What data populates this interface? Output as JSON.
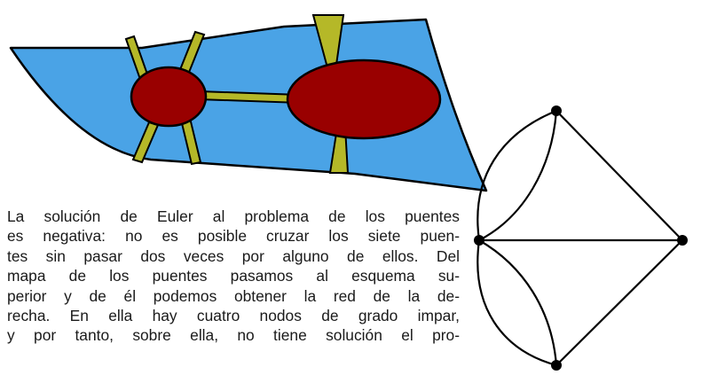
{
  "caption": {
    "lines": [
      "La solución de Euler al problema de los puentes",
      "es negativa: no es posible cruzar los siete puen-",
      "tes sin pasar dos veces por alguno de ellos. Del",
      "mapa de los puentes pasamos al esquema su-",
      "perior y de él podemos obtener la red de la de-",
      "recha. En ella hay cuatro nodos de grado impar,",
      "y por tanto, sobre ella, no tiene solución el pro-"
    ]
  },
  "colors": {
    "river": "#4aa3e6",
    "island": "#990000",
    "bridge": "#b5b828",
    "outline": "#000000"
  },
  "graph": {
    "nodes": [
      "top",
      "left",
      "right",
      "bottom"
    ],
    "edges": [
      [
        "top",
        "left",
        "curve"
      ],
      [
        "top",
        "left",
        "curve"
      ],
      [
        "left",
        "bottom",
        "curve"
      ],
      [
        "left",
        "bottom",
        "curve"
      ],
      [
        "top",
        "right",
        "straight"
      ],
      [
        "left",
        "right",
        "straight"
      ],
      [
        "bottom",
        "right",
        "straight"
      ]
    ]
  }
}
